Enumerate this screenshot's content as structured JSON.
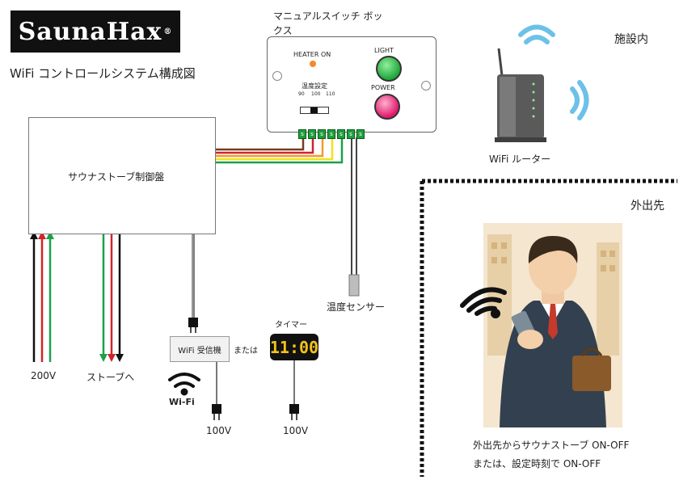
{
  "logo": {
    "text": "SaunaHax",
    "mark": "®"
  },
  "title": "WiFi コントロールシステム構成図",
  "switch_box": {
    "caption": "マニュアルスイッチ ボックス",
    "heater_on": "HEATER ON",
    "light": "LIGHT",
    "power": "POWER",
    "temp_setting": "温度設定",
    "temp_values": [
      "90",
      "100",
      "110"
    ]
  },
  "controller": {
    "label": "サウナストーブ制御盤"
  },
  "sensor_label": "温度センサー",
  "input_label": "200V",
  "output_label": "ストーブへ",
  "wifi_receiver": {
    "label": "WiFi 受信機",
    "or": "または",
    "wifi_text": "Wi-Fi"
  },
  "timer": {
    "label": "タイマー",
    "display": "11:00"
  },
  "plugs": [
    "100V",
    "100V"
  ],
  "router": {
    "label": "WiFi ルーター"
  },
  "facility_label": "施設内",
  "outside": {
    "label": "外出先",
    "caption_1": "外出先からサウナストーブ ON-OFF",
    "caption_2": "または、設定時刻で ON-OFF"
  },
  "colors": {
    "wire_black": "#111111",
    "wire_red": "#d2232a",
    "wire_green": "#1e9f4a",
    "wire_orange": "#f39a2b",
    "wire_yellow": "#f1e21a",
    "wire_brown": "#7a3b1b",
    "timer_digits": "#f3c21b"
  }
}
